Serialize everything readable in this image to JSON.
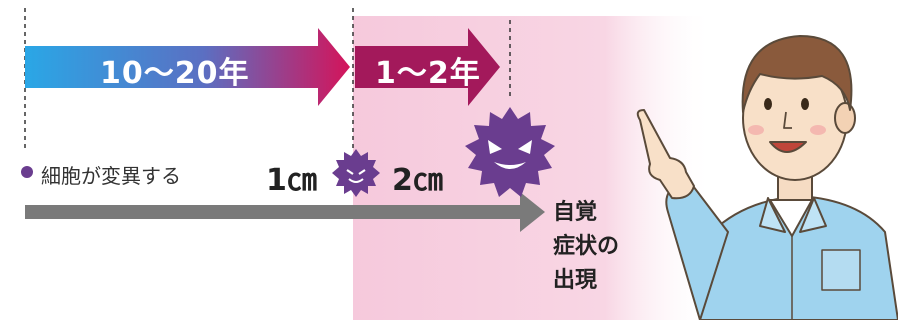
{
  "timeline": {
    "phase1_label": "10〜20年",
    "phase2_label": "1〜2年"
  },
  "progression": {
    "start_label": "細胞が変異する",
    "size_small": "1㎝",
    "size_large": "2㎝",
    "end_line1": "自覚",
    "end_line2": "症状の",
    "end_line3": "出現"
  },
  "colors": {
    "arrow1_start": "#2aa7e6",
    "arrow1_end": "#d4145a",
    "arrow2": "#a3195b",
    "pink_zone": "#f6c9dc",
    "virus": "#6a3d8f",
    "gray_arrow": "#7a7a7a",
    "dot": "#6a3d8f"
  },
  "icons": {
    "small_cell": "virus-small-icon",
    "large_cell": "virus-large-icon",
    "character": "man-pointing-illustration"
  }
}
